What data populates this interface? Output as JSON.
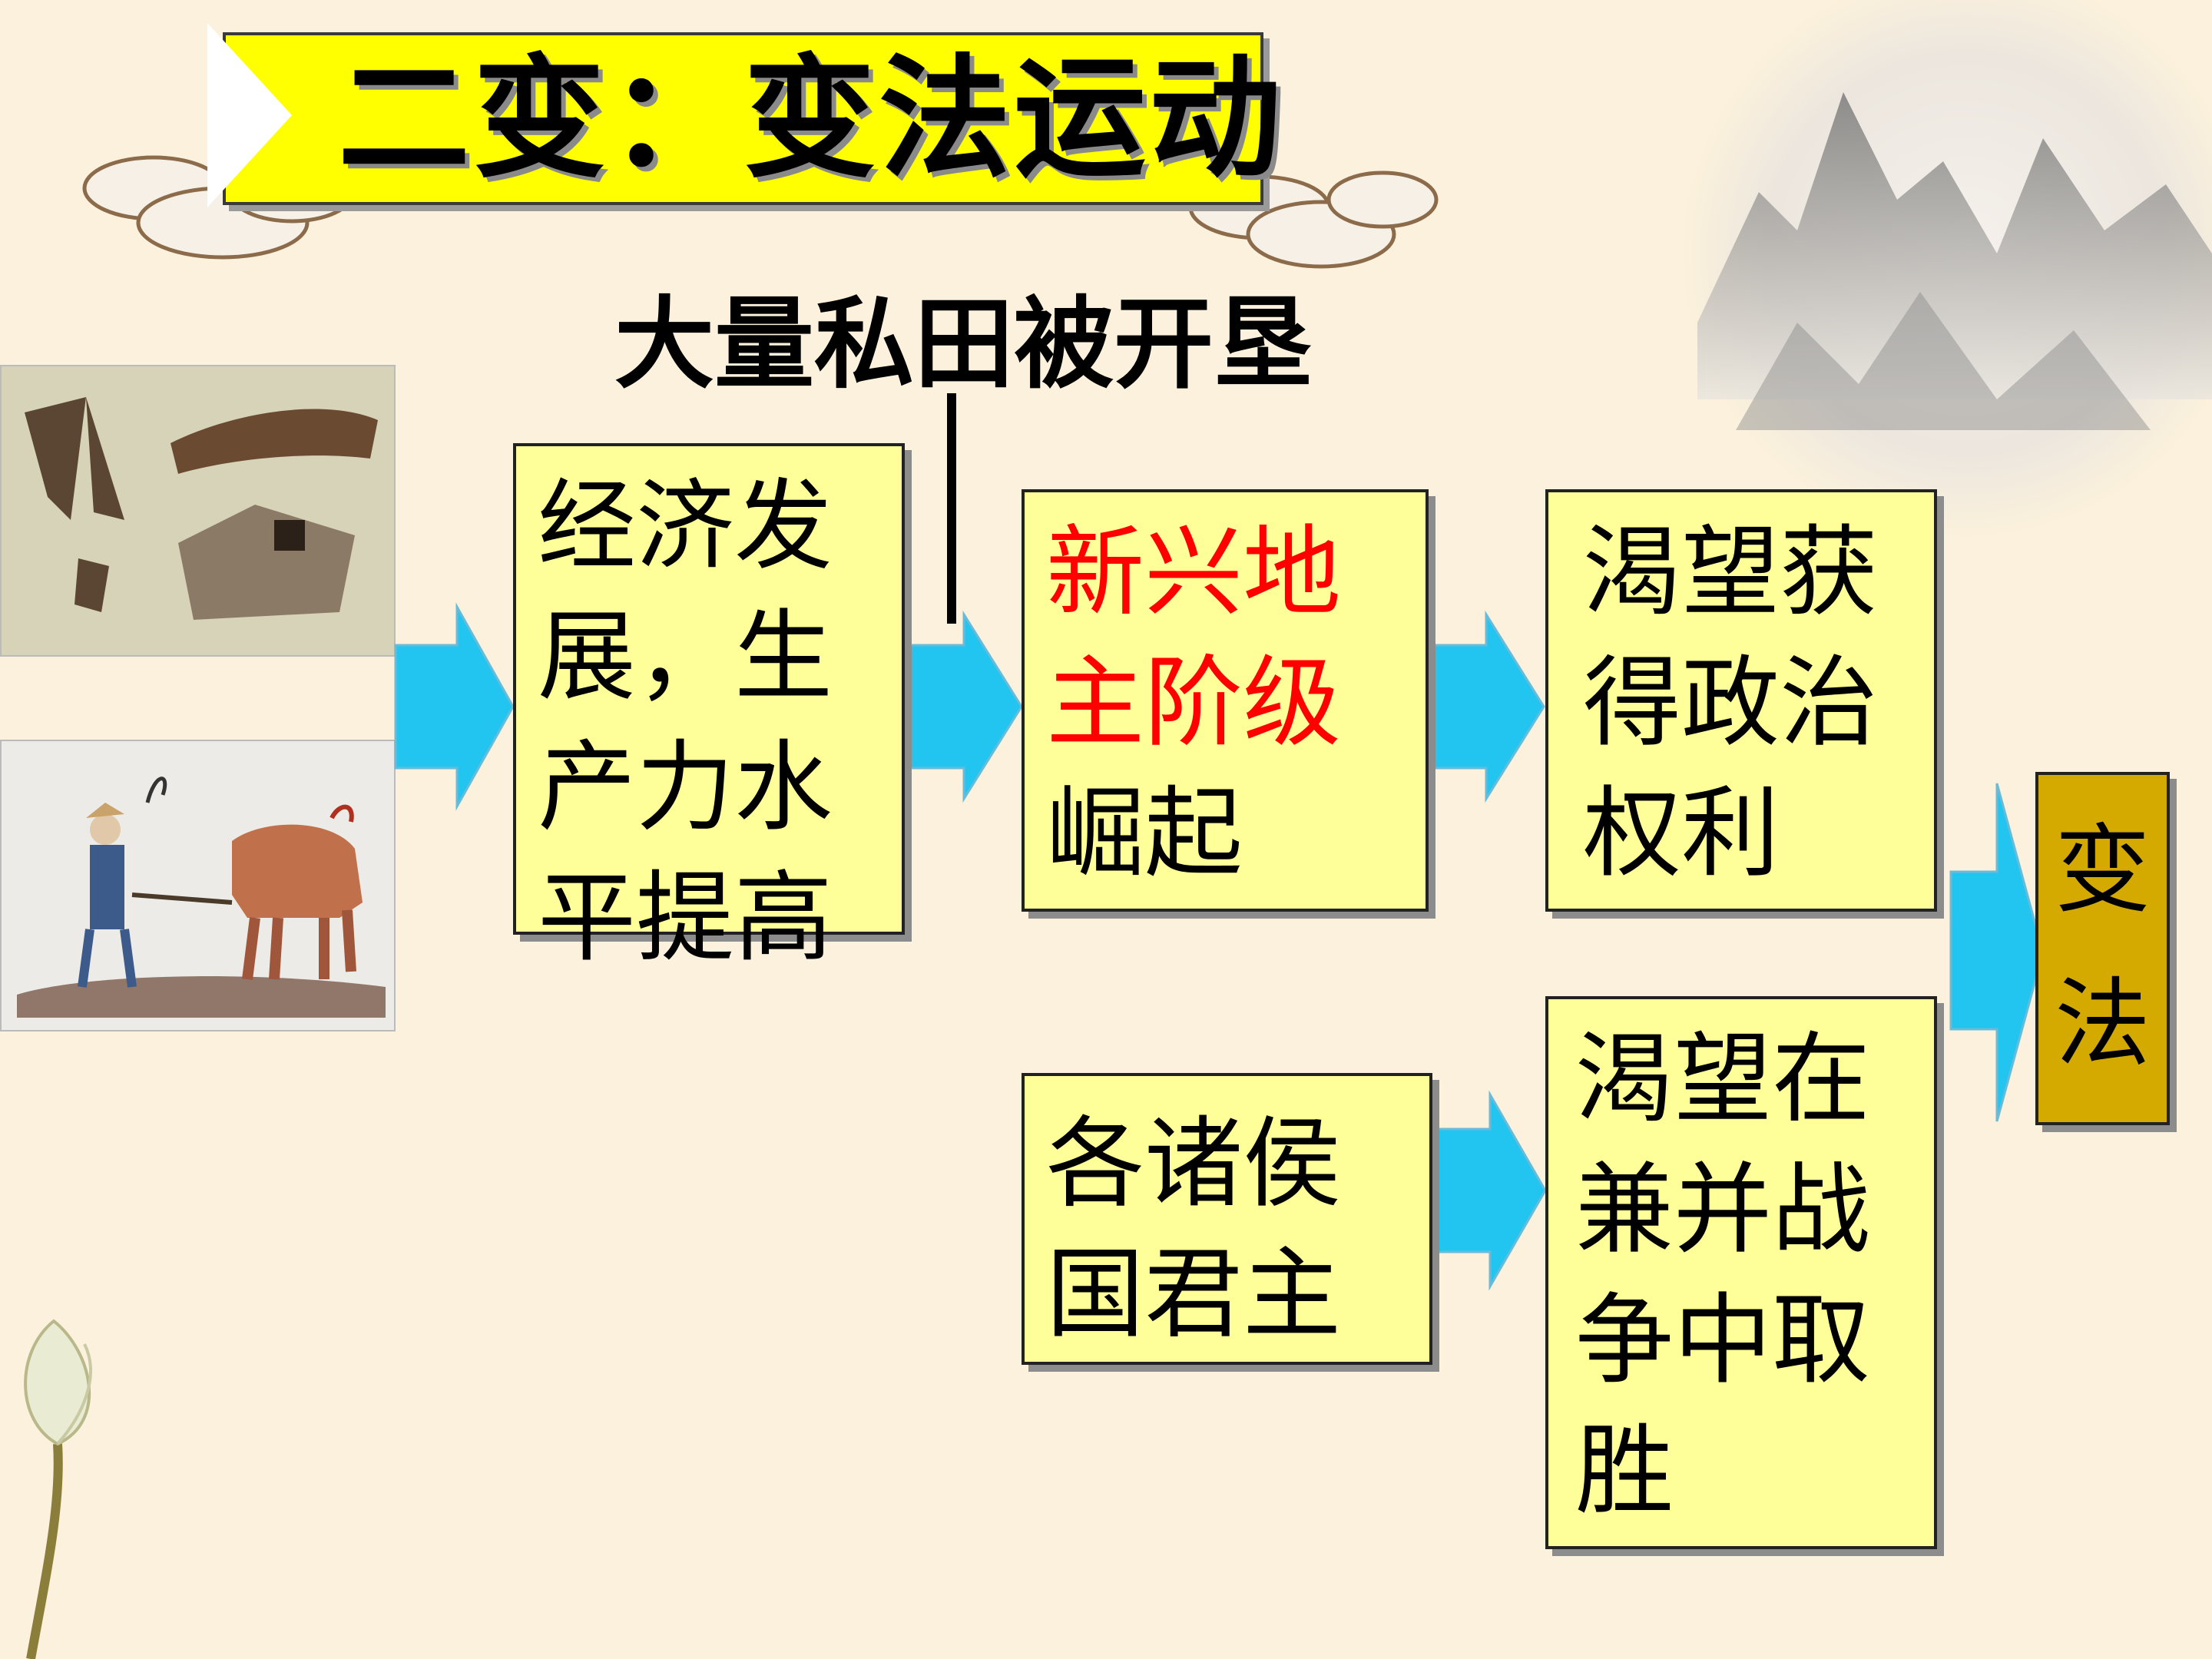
{
  "title": "二变：变法运动",
  "top_label": "大量私田被开垦",
  "boxes": {
    "economy": "经济发展，生产力水平提高",
    "landlord_red": "新兴地主阶级",
    "landlord_rest": "崛起",
    "political": "渴望获得政治权利",
    "monarchs": "各诸侯国君主",
    "victory": "渴望在兼并战争中取胜",
    "reform": "变法"
  },
  "colors": {
    "background": "#fbf1dc",
    "box_fill": "#ffff99",
    "title_fill": "#ffff00",
    "highlight_text": "#ff0000",
    "final_box_fill": "#d4aa00",
    "arrow_fill": "#22c4f0"
  },
  "icons": [
    "cloud-icon",
    "mountain-moon-icon",
    "lotus-bud-icon",
    "iron-tools-photo",
    "plowing-ox-painting"
  ]
}
